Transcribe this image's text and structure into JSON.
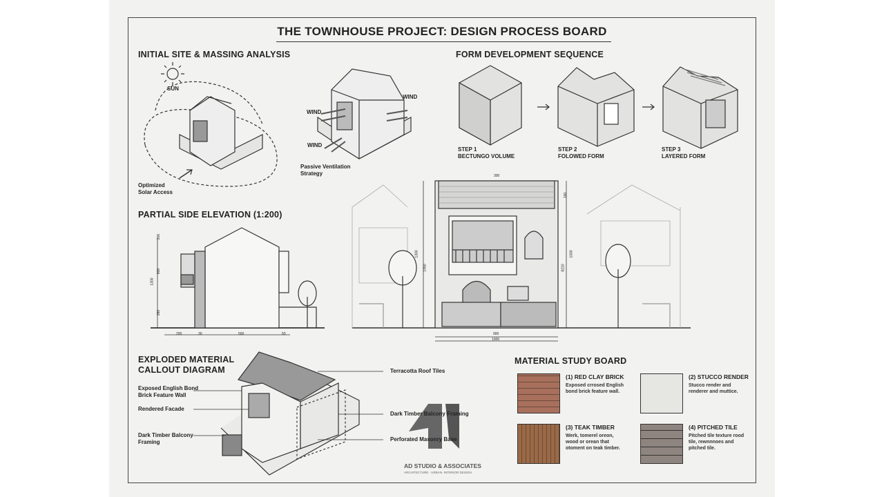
{
  "board": {
    "title": "THE TOWNHOUSE PROJECT: DESIGN PROCESS BOARD",
    "site": {
      "heading": "INITIAL SITE & MASSING ANALYSIS",
      "sun": "SUN",
      "solar": "Optimized\nSolar Access",
      "wind": "WIND",
      "ventilation": "Passive Ventilation\nStrategy"
    },
    "form": {
      "heading": "FORM DEVELOPMENT SEQUENCE",
      "steps": [
        {
          "step": "STEP 1",
          "name": "BECTUNGO VOLUME"
        },
        {
          "step": "STEP 2",
          "name": "FOLOWED FORM"
        },
        {
          "step": "STEP 3",
          "name": "LAYERED FORM"
        }
      ]
    },
    "elevation": {
      "heading": "PARTIAL SIDE ELEVATION (1:200)",
      "vdims": [
        "200",
        "600",
        "1300",
        "260"
      ],
      "hdims": [
        "200",
        "30",
        "500",
        "50"
      ]
    },
    "front": {
      "dims": [
        "300",
        "100",
        "1300",
        "1450",
        "1000",
        "8210",
        "900",
        "1000"
      ]
    },
    "exploded": {
      "heading": "EXPLODED MATERIAL\nCALLOUT DIAGRAM",
      "callouts": [
        "Terracotta Roof Tiles",
        "Exposed English Bond\nBrick Feature Wall",
        "Rendered Facade",
        "Dark Timber Balcony Framing",
        "Dark Timber Balcony\nFraming",
        "Perforated Masonry Base"
      ]
    },
    "logo": {
      "name": "AD STUDIO & ASSOCIATES",
      "tagline": "ARCHITECTURE · URBAN· INTERIOR DESIGN"
    },
    "materials": {
      "heading": "MATERIAL STUDY BOARD",
      "items": [
        {
          "title": "(1) RED CLAY BRICK",
          "desc": "Exposed crrosed English\nbond brick feature wall.",
          "color": "#a8705c"
        },
        {
          "title": "(2) STUCCO RENDER",
          "desc": "Stucco render and\nrenderer and muttice.",
          "color": "#e6e6e2"
        },
        {
          "title": "(3) TEAK TIMBER",
          "desc": "Werk, tomerel oreon,\nwood or orean that\notoment on teak timber.",
          "color": "#9a6a48"
        },
        {
          "title": "(4) PITCHED TILE",
          "desc": "Pitched tile texture rood\ntile, rewnnnoes and\npitched tile.",
          "color": "#8f8580"
        }
      ]
    }
  }
}
